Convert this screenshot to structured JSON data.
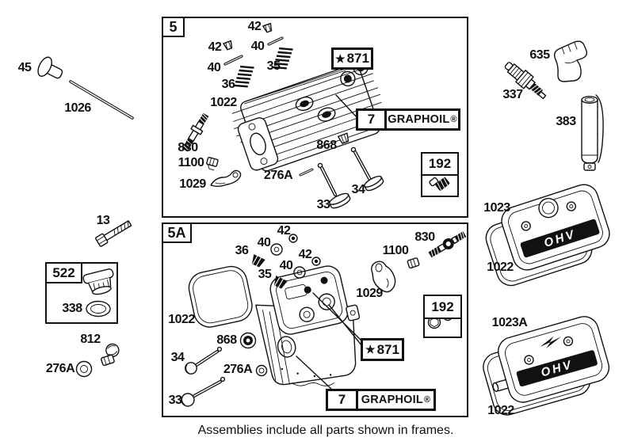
{
  "caption": "Assemblies include all parts shown in frames.",
  "colors": {
    "ink": "#111111",
    "paper": "#ffffff"
  },
  "left_column": {
    "tappet": "45",
    "push_rod": "1026",
    "bolt": "13",
    "oil_cap_box": {
      "tag": "522",
      "seal": "338"
    },
    "breather_valve": "812",
    "washer": "276A"
  },
  "right_column": {
    "boot": "635",
    "spark_plug": "337",
    "tube": "383",
    "cover_top": {
      "cover": "1023",
      "gasket": "1022",
      "ohv": "OHV"
    },
    "cover_bottom": {
      "cover": "1023A",
      "gasket": "1022",
      "ohv": "OHV"
    }
  },
  "frame5": {
    "tag": "5",
    "callouts": {
      "keeper_a": "42",
      "keeper_b": "42",
      "pin_a": "40",
      "pin_b": "40",
      "spring_a": "35",
      "spring_b": "36",
      "gasket": "1022",
      "stud": "830",
      "guide": "1100",
      "rocker": "1029",
      "pin_276a": "276A",
      "cap": "868",
      "valve_intake": "33",
      "valve_exhaust": "34"
    },
    "star_badge": {
      "star": "★",
      "number": "871"
    },
    "graphoil_badge": {
      "number": "7",
      "name": "GRAPHOIL",
      "reg": "®"
    },
    "kit_badge": "192"
  },
  "frame5a": {
    "tag": "5A",
    "callouts": {
      "keeper_a": "42",
      "keeper_b": "42",
      "washer_a": "40",
      "washer_b": "40",
      "retainer_a": "36",
      "retainer_b": "35",
      "stud": "830",
      "guide": "1100",
      "rocker": "1029",
      "gasket": "1022",
      "seal": "868",
      "valve_exhaust": "34",
      "washer_276a": "276A",
      "valve_intake": "33"
    },
    "star_badge": {
      "star": "★",
      "number": "871"
    },
    "graphoil_badge": {
      "number": "7",
      "name": "GRAPHOIL",
      "reg": "®"
    },
    "kit_badge": "192"
  }
}
